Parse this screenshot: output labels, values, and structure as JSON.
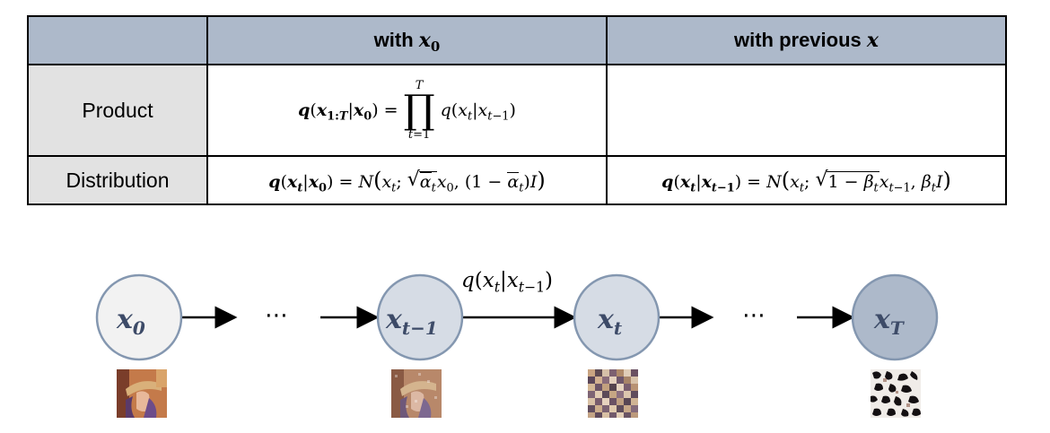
{
  "table": {
    "headers": [
      "",
      "with x_0",
      "with previous x"
    ],
    "rows": [
      {
        "label": "Product",
        "with_x0": "q(x_{1:T}|x_0) = ∏_{t=1}^{T} q(x_t|x_{t−1})",
        "with_previous_x": ""
      },
      {
        "label": "Distribution",
        "with_x0": "q(x_t|x_0) = N(x_t; √ᾱ_t x_0, (1 − ᾱ_t)I)",
        "with_previous_x": "q(x_t|x_{t−1}) = N(x_t; √(1 − β_t) x_{t−1}, β_t I)"
      }
    ],
    "header_color": "#adb9ca",
    "label_cell_color": "#e2e2e2"
  },
  "chain": {
    "nodes": [
      {
        "label": "x",
        "sub": "0",
        "fill": "#f2f2f2"
      },
      {
        "label": "x",
        "sub": "t−1",
        "fill": "#d6dce5"
      },
      {
        "label": "x",
        "sub": "t",
        "fill": "#d6dce5"
      },
      {
        "label": "x",
        "sub": "T",
        "fill": "#adb9ca"
      }
    ],
    "ellipsis": "⋯",
    "transition_label": "q(x_t|x_{t−1})",
    "node_border_color": "#8497b0"
  },
  "thumbnails": [
    {
      "name": "original-image",
      "noise_level": 0.0
    },
    {
      "name": "slightly-noisy-image",
      "noise_level": 0.3
    },
    {
      "name": "noisy-image",
      "noise_level": 0.6
    },
    {
      "name": "pure-noise-image",
      "noise_level": 1.0
    }
  ]
}
